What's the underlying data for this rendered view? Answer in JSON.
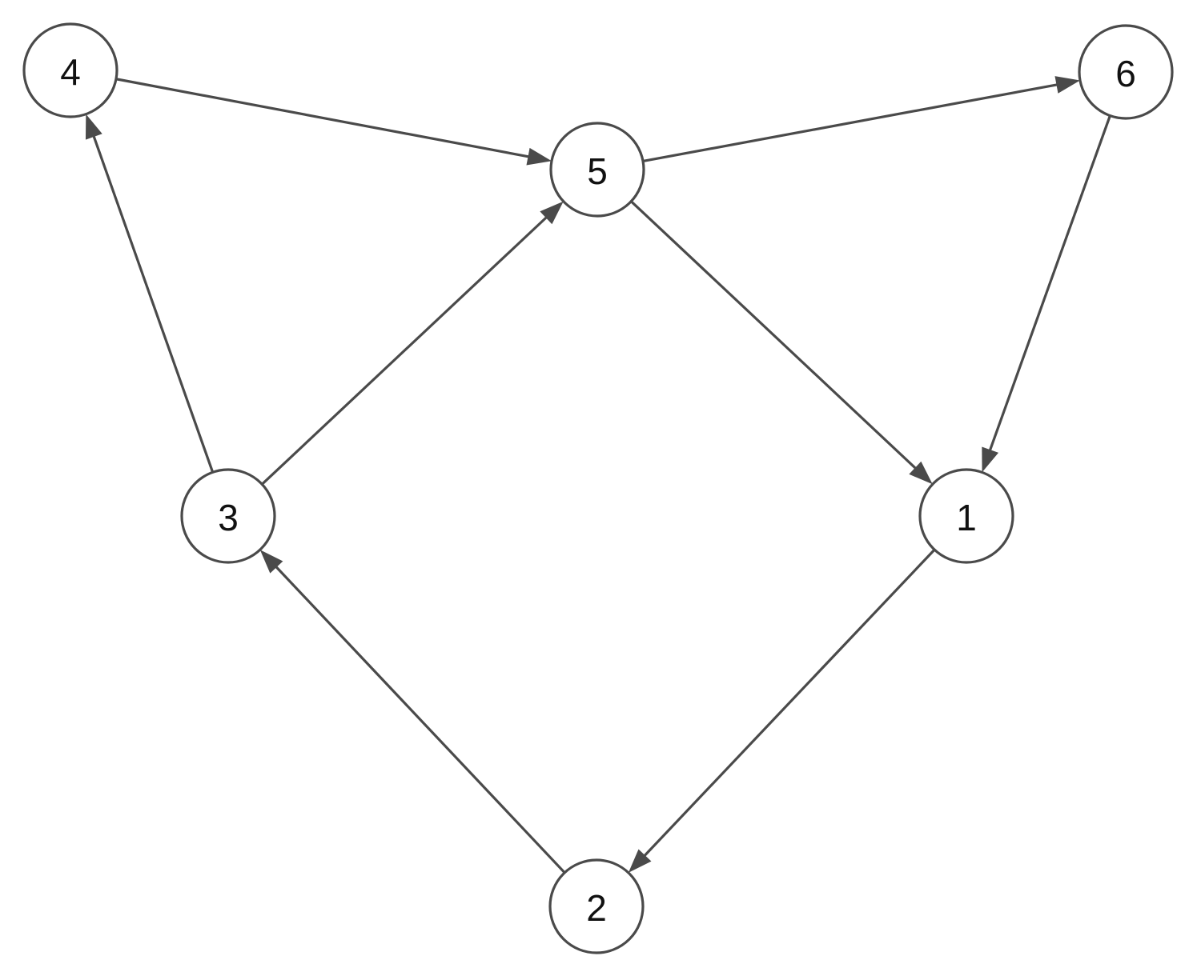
{
  "graph": {
    "directed": true,
    "nodes": [
      {
        "id": "n1",
        "label": "1"
      },
      {
        "id": "n2",
        "label": "2"
      },
      {
        "id": "n3",
        "label": "3"
      },
      {
        "id": "n4",
        "label": "4"
      },
      {
        "id": "n5",
        "label": "5"
      },
      {
        "id": "n6",
        "label": "6"
      }
    ],
    "edges": [
      {
        "from": "n4",
        "to": "n5"
      },
      {
        "from": "n5",
        "to": "n6"
      },
      {
        "from": "n3",
        "to": "n4"
      },
      {
        "from": "n3",
        "to": "n5"
      },
      {
        "from": "n5",
        "to": "n1"
      },
      {
        "from": "n6",
        "to": "n1"
      },
      {
        "from": "n1",
        "to": "n2"
      },
      {
        "from": "n2",
        "to": "n3"
      }
    ],
    "colors": {
      "edge": "#4a4a4a",
      "node_border": "#4a4a4a",
      "node_fill": "#ffffff",
      "label": "#111111",
      "background": "#ffffff"
    }
  }
}
